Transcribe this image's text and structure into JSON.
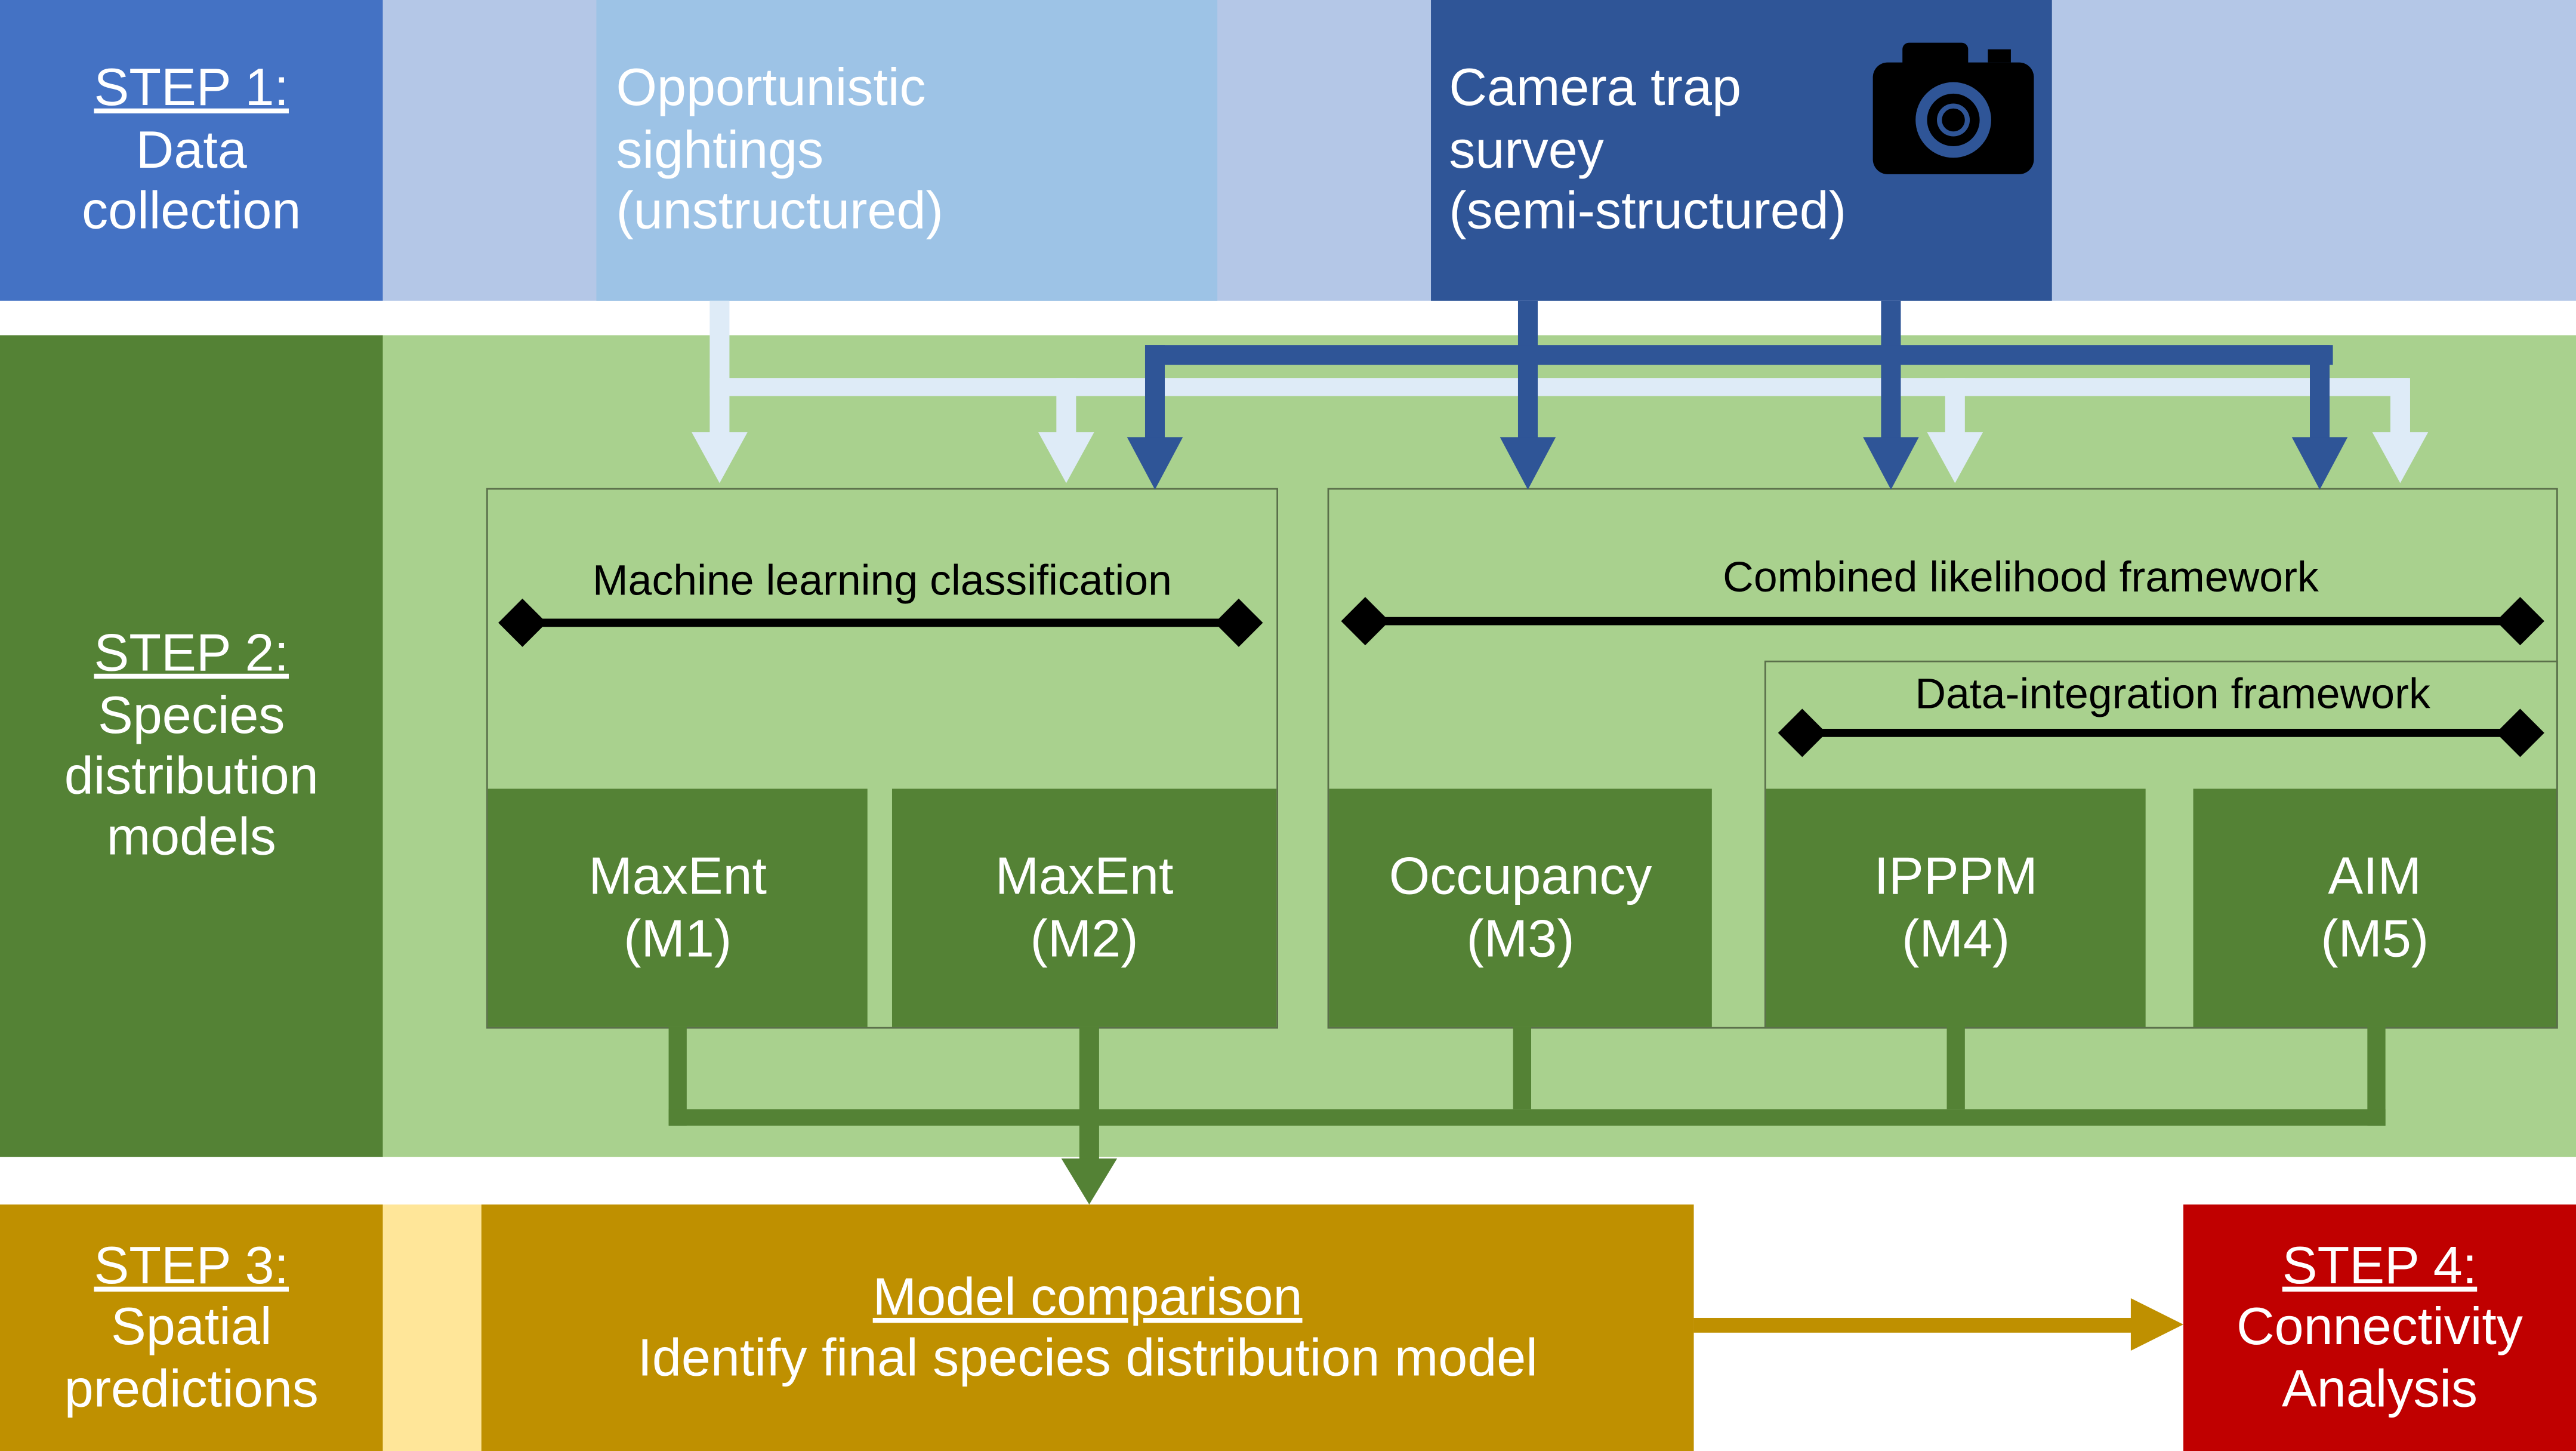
{
  "colors": {
    "step1_header": "#4472c4",
    "step1_band": "#b4c7e7",
    "opportunistic_box": "#9dc3e6",
    "camera_box": "#2f5597",
    "step2_header": "#548235",
    "step2_band": "#a9d18e",
    "model_box": "#548235",
    "step3_header": "#bf9000",
    "step3_strip": "#ffe699",
    "step4_box": "#c00000",
    "arrow_light": "#deebf7",
    "arrow_dark": "#2f5597",
    "arrow_green": "#548235",
    "arrow_gold": "#bf9000",
    "framework_line": "#000000"
  },
  "step1": {
    "title": "STEP 1:",
    "line1": "Data",
    "line2": "collection",
    "opportunistic": {
      "line1": "Opportunistic",
      "line2": "sightings",
      "line3": "(unstructured)"
    },
    "camera": {
      "line1": "Camera trap",
      "line2": "survey",
      "line3": "(semi-structured)",
      "icon": "camera-icon"
    }
  },
  "step2": {
    "title": "STEP 2:",
    "line1": "Species",
    "line2": "distribution",
    "line3": "models",
    "ml_framework": "Machine learning classification",
    "combined_framework": "Combined likelihood framework",
    "integration_framework": "Data-integration framework",
    "models": [
      {
        "name": "MaxEnt",
        "code": "(M1)"
      },
      {
        "name": "MaxEnt",
        "code": "(M2)"
      },
      {
        "name": "Occupancy",
        "code": "(M3)"
      },
      {
        "name": "IPPPM",
        "code": "(M4)"
      },
      {
        "name": "AIM",
        "code": "(M5)"
      }
    ]
  },
  "step3": {
    "title": "STEP 3:",
    "line1": "Spatial",
    "line2": "predictions",
    "comparison_title": "Model comparison",
    "comparison_text": "Identify final species distribution model"
  },
  "step4": {
    "title": "STEP 4:",
    "line1": "Connectivity",
    "line2": "Analysis"
  }
}
